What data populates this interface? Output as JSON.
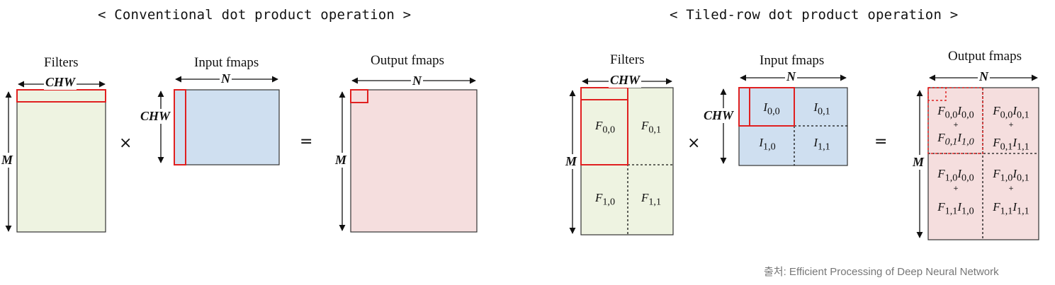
{
  "headings": {
    "conventional": "< Conventional dot product operation >",
    "tiled": "< Tiled-row dot product operation >"
  },
  "conventional": {
    "filters_label": "Filters",
    "input_label": "Input fmaps",
    "output_label": "Output fmaps",
    "chw": "CHW",
    "n": "N",
    "m": "M",
    "times": "×",
    "equals": "="
  },
  "tiled": {
    "filters_label": "Filters",
    "input_label": "Input fmaps",
    "output_label": "Output fmaps",
    "chw": "CHW",
    "n": "N",
    "m": "M",
    "times": "×",
    "equals": "=",
    "plus": "+",
    "filters": {
      "f00": {
        "base": "F",
        "sub": "0,0"
      },
      "f01": {
        "base": "F",
        "sub": "0,1"
      },
      "f10": {
        "base": "F",
        "sub": "1,0"
      },
      "f11": {
        "base": "F",
        "sub": "1,1"
      }
    },
    "inputs": {
      "i00": {
        "base": "I",
        "sub": "0,0"
      },
      "i01": {
        "base": "I",
        "sub": "0,1"
      },
      "i10": {
        "base": "I",
        "sub": "1,0"
      },
      "i11": {
        "base": "I",
        "sub": "1,1"
      }
    }
  },
  "source": "출처: Efficient Processing of Deep Neural Network",
  "colors": {
    "filters_fill": "#eef3e1",
    "input_fill": "#cfdff0",
    "output_fill": "#f5dede",
    "highlight": "#e02020"
  }
}
